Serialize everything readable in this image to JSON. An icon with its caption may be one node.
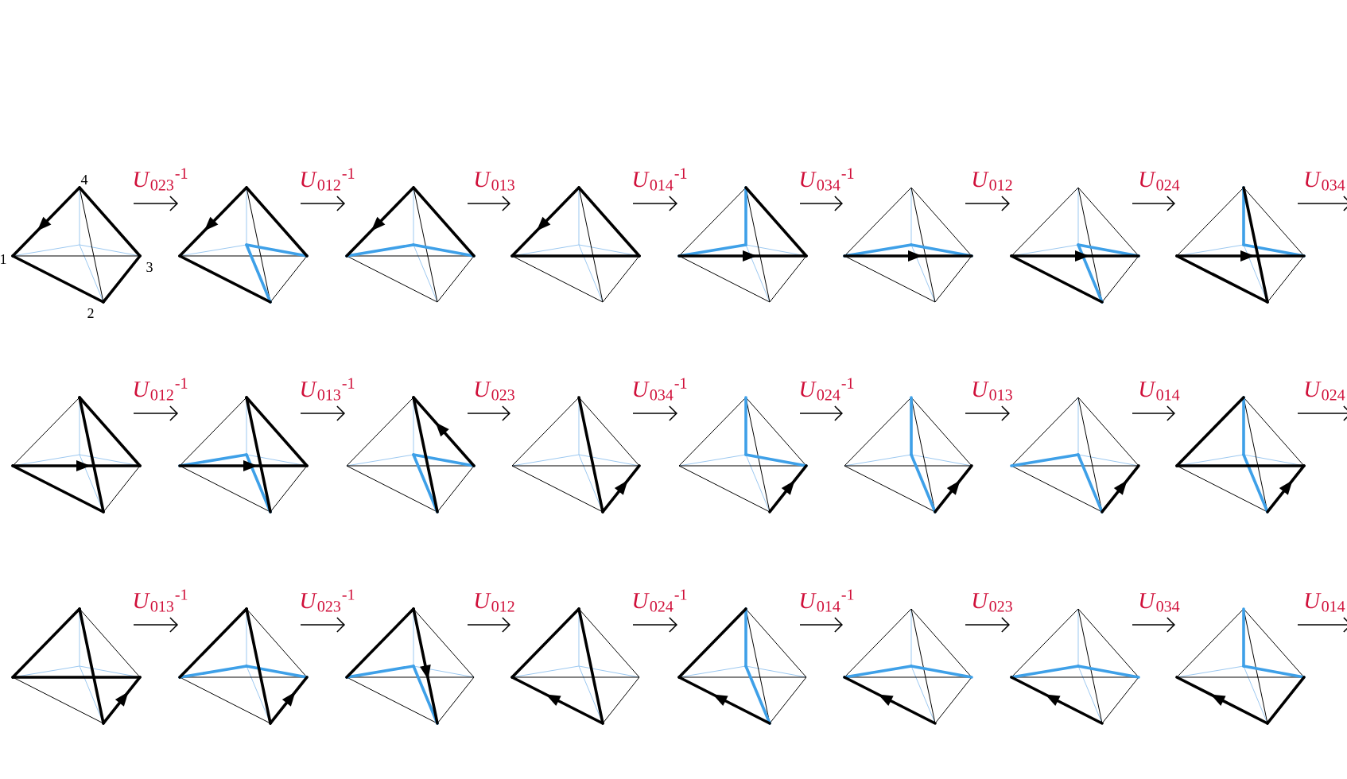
{
  "diagram": {
    "nodes": [
      {
        "text": [],
        "shape": "picture",
        "beside": [
          "4",
          "1",
          "3",
          "2"
        ]
      },
      {
        "text": [],
        "shape": "picture"
      },
      {
        "text": [],
        "shape": "picture"
      },
      {
        "text": [],
        "shape": "picture"
      },
      {
        "text": [],
        "shape": "picture"
      },
      {
        "text": [],
        "shape": "picture"
      },
      {
        "text": [],
        "shape": "picture"
      },
      {
        "text": [],
        "shape": "picture"
      },
      {
        "text": [],
        "shape": "picture"
      },
      {
        "text": [],
        "shape": "picture"
      },
      {
        "text": [],
        "shape": "picture"
      },
      {
        "text": [],
        "shape": "picture"
      },
      {
        "text": [],
        "shape": "picture"
      },
      {
        "text": [],
        "shape": "picture"
      },
      {
        "text": [],
        "shape": "picture"
      },
      {
        "text": [],
        "shape": "picture"
      },
      {
        "text": [],
        "shape": "picture"
      },
      {
        "text": [],
        "shape": "picture"
      },
      {
        "text": [],
        "shape": "picture"
      },
      {
        "text": [],
        "shape": "picture"
      },
      {
        "text": [],
        "shape": "picture"
      },
      {
        "text": [],
        "shape": "picture"
      },
      {
        "text": [],
        "shape": "picture"
      },
      {
        "text": [],
        "shape": "picture"
      }
    ],
    "edges": [
      {
        "from": 0,
        "to": 1,
        "arrow": "to",
        "label": "*U*$_{023}$$^{-1}$"
      },
      {
        "from": 1,
        "to": 2,
        "arrow": "to",
        "label": "*U*$_{012}$$^{-1}$"
      },
      {
        "from": 2,
        "to": 3,
        "arrow": "to",
        "label": "*U*$_{013}$"
      },
      {
        "from": 3,
        "to": 4,
        "arrow": "to",
        "label": "*U*$_{014}$$^{-1}$"
      },
      {
        "from": 4,
        "to": 5,
        "arrow": "to",
        "label": "*U*$_{034}$$^{-1}$"
      },
      {
        "from": 5,
        "to": 6,
        "arrow": "to",
        "label": "*U*$_{012}$"
      },
      {
        "from": 6,
        "to": 7,
        "arrow": "to",
        "label": "*U*$_{024}$"
      },
      {
        "from": 7,
        "to": null,
        "arrow": "to",
        "label": "*U*$_{034}$"
      },
      {
        "from": 8,
        "to": 9,
        "arrow": "to",
        "label": "*U*$_{012}$$^{-1}$"
      },
      {
        "from": 9,
        "to": 10,
        "arrow": "to",
        "label": "*U*$_{013}$$^{-1}$"
      },
      {
        "from": 10,
        "to": 11,
        "arrow": "to",
        "label": "*U*$_{023}$"
      },
      {
        "from": 11,
        "to": 12,
        "arrow": "to",
        "label": "*U*$_{034}$$^{-1}$"
      },
      {
        "from": 12,
        "to": 13,
        "arrow": "to",
        "label": "*U*$_{024}$$^{-1}$"
      },
      {
        "from": 13,
        "to": 14,
        "arrow": "to",
        "label": "*U*$_{013}$"
      },
      {
        "from": 14,
        "to": 15,
        "arrow": "to",
        "label": "*U*$_{014}$"
      },
      {
        "from": 15,
        "to": null,
        "arrow": "to",
        "label": "*U*$_{024}$"
      },
      {
        "from": 16,
        "to": 17,
        "arrow": "to",
        "label": "*U*$_{013}$$^{-1}$"
      },
      {
        "from": 17,
        "to": 18,
        "arrow": "to",
        "label": "*U*$_{023}$$^{-1}$"
      },
      {
        "from": 18,
        "to": 19,
        "arrow": "to",
        "label": "*U*$_{012}$"
      },
      {
        "from": 19,
        "to": 20,
        "arrow": "to",
        "label": "*U*$_{024}$$^{-1}$"
      },
      {
        "from": 20,
        "to": 21,
        "arrow": "to",
        "label": "*U*$_{014}$$^{-1}$"
      },
      {
        "from": 21,
        "to": 22,
        "arrow": "to",
        "label": "*U*$_{023}$"
      },
      {
        "from": 22,
        "to": 23,
        "arrow": "to",
        "label": "*U*$_{034}$"
      },
      {
        "from": 23,
        "to": null,
        "arrow": "to",
        "label": "*U*$_{014}$"
      }
    ]
  }
}
